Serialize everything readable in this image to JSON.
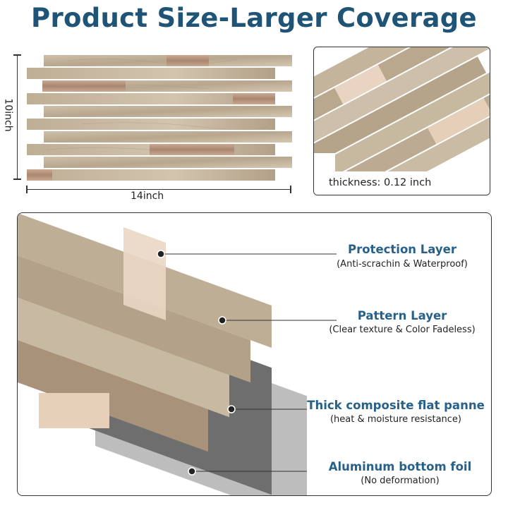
{
  "title": "Product Size-Larger Coverage",
  "dimensions": {
    "width_label": "14inch",
    "height_label": "10inch"
  },
  "thickness_label": "thickness: 0.12 inch",
  "layers": [
    {
      "title": "Protection Layer",
      "subtitle": "(Anti-scrachin & Waterproof)"
    },
    {
      "title": "Pattern Layer",
      "subtitle": "(Clear texture & Color Fadeless)"
    },
    {
      "title": "Thick composite flat panne",
      "subtitle": "(heat & moisture resistance)"
    },
    {
      "title": "Aluminum bottom foil",
      "subtitle": "(No deformation)"
    }
  ],
  "colors": {
    "title": "#1f5477",
    "layer_title": "#27618a",
    "stone": "#c7b8a2",
    "metal": "#b9957f"
  }
}
